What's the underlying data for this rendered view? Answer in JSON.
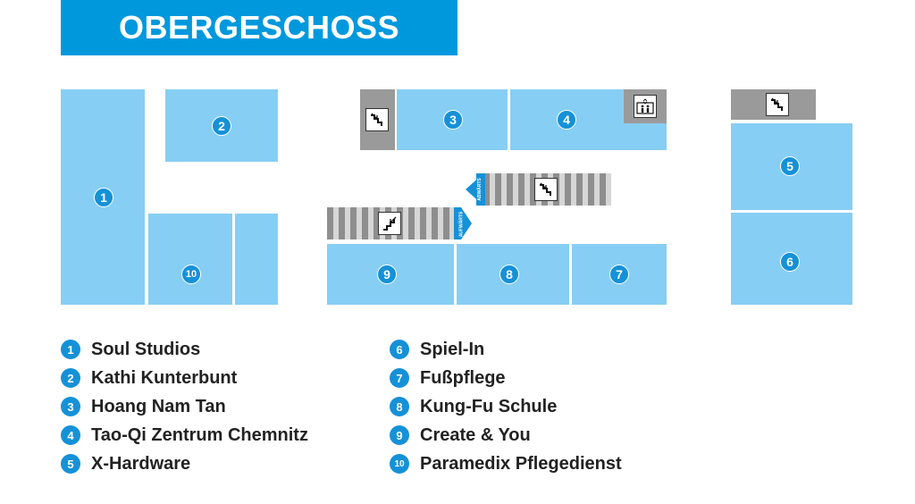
{
  "title": "OBERGESCHOSS",
  "colors": {
    "title_bg": "#0098dd",
    "room": "#87cef4",
    "badge": "#1591d8",
    "service": "#9a9a9a"
  },
  "rooms": [
    {
      "number": "1"
    },
    {
      "number": "2"
    },
    {
      "number": "3"
    },
    {
      "number": "4"
    },
    {
      "number": "5"
    },
    {
      "number": "6"
    },
    {
      "number": "7"
    },
    {
      "number": "8"
    },
    {
      "number": "9"
    },
    {
      "number": "10"
    }
  ],
  "escalators": {
    "upper_label": "ABWÄRTS",
    "lower_label": "AUFWÄRTS"
  },
  "icons": {
    "stairs": "stairs-icon",
    "elevator": "elevator-icon"
  },
  "legend": [
    {
      "number": "1",
      "name": "Soul Studios"
    },
    {
      "number": "2",
      "name": "Kathi Kunterbunt"
    },
    {
      "number": "3",
      "name": "Hoang Nam Tan"
    },
    {
      "number": "4",
      "name": "Tao-Qi Zentrum Chemnitz"
    },
    {
      "number": "5",
      "name": "X-Hardware"
    },
    {
      "number": "6",
      "name": "Spiel-In"
    },
    {
      "number": "7",
      "name": "Fußpflege"
    },
    {
      "number": "8",
      "name": "Kung-Fu Schule"
    },
    {
      "number": "9",
      "name": "Create & You"
    },
    {
      "number": "10",
      "name": "Paramedix Pflegedienst"
    }
  ]
}
